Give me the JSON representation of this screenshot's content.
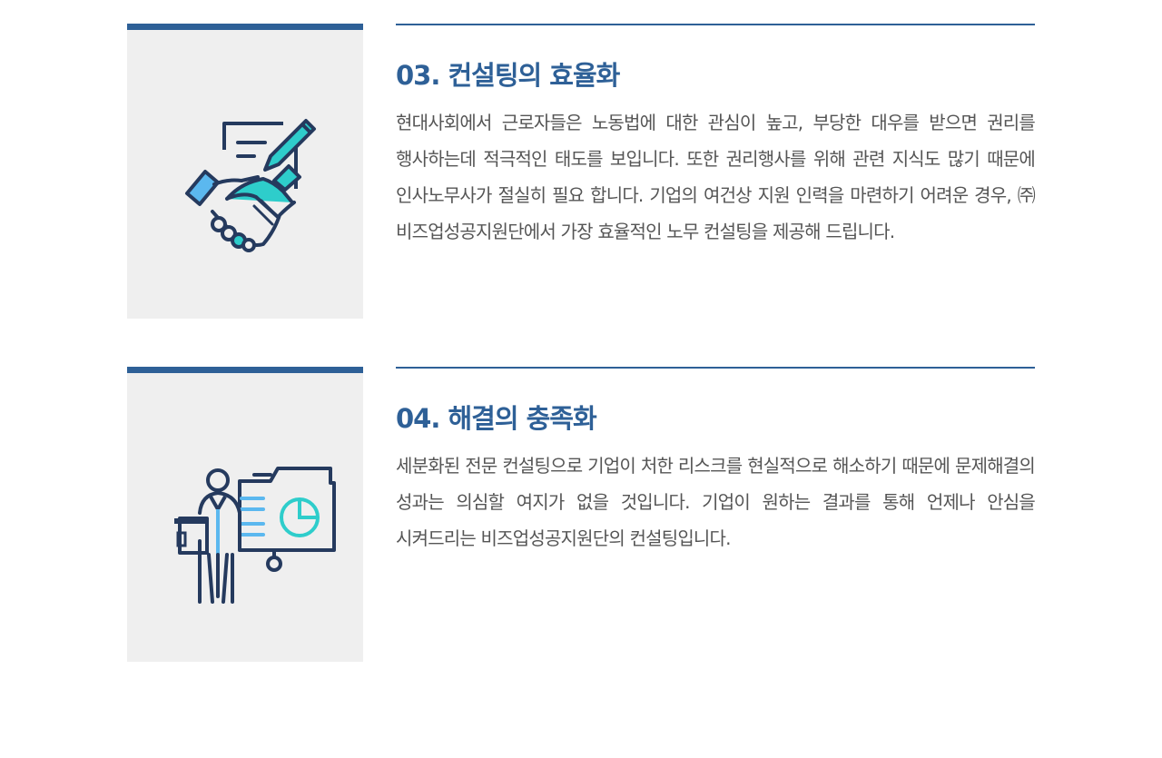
{
  "sections": [
    {
      "title": "03. 컨설팅의 효율화",
      "body": "현대사회에서 근로자들은 노동법에 대한 관심이 높고, 부당한 대우를 받으면 권리를 행사하는데 적극적인 태도를 보입니다. 또한 권리행사를 위해 관련 지식도 많기 때문에 인사노무사가 절실히 필요 합니다. 기업의 여건상 지원 인력을 마련하기 어려운 경우, ㈜비즈업성공지원단에서 가장 효율적인 노무 컨설팅을 제공해 드립니다.",
      "icon": "handshake-contract-icon"
    },
    {
      "title": "04. 해결의 충족화",
      "body": "세분화된 전문 컨설팅으로 기업이 처한 리스크를 현실적으로 해소하기 때문에 문제해결의 성과는 의심할 여지가 없을 것입니다. 기업이 원하는 결과를 통해 언제나 안심을 시켜드리는 비즈업성공지원단의 컨설팅입니다.",
      "icon": "presenter-chart-icon"
    }
  ],
  "colors": {
    "accent": "#2e6097",
    "navy": "#253a5e",
    "teal": "#2ecdcb",
    "sky": "#5bb8ef",
    "panel": "#efefef",
    "text": "#555555"
  }
}
